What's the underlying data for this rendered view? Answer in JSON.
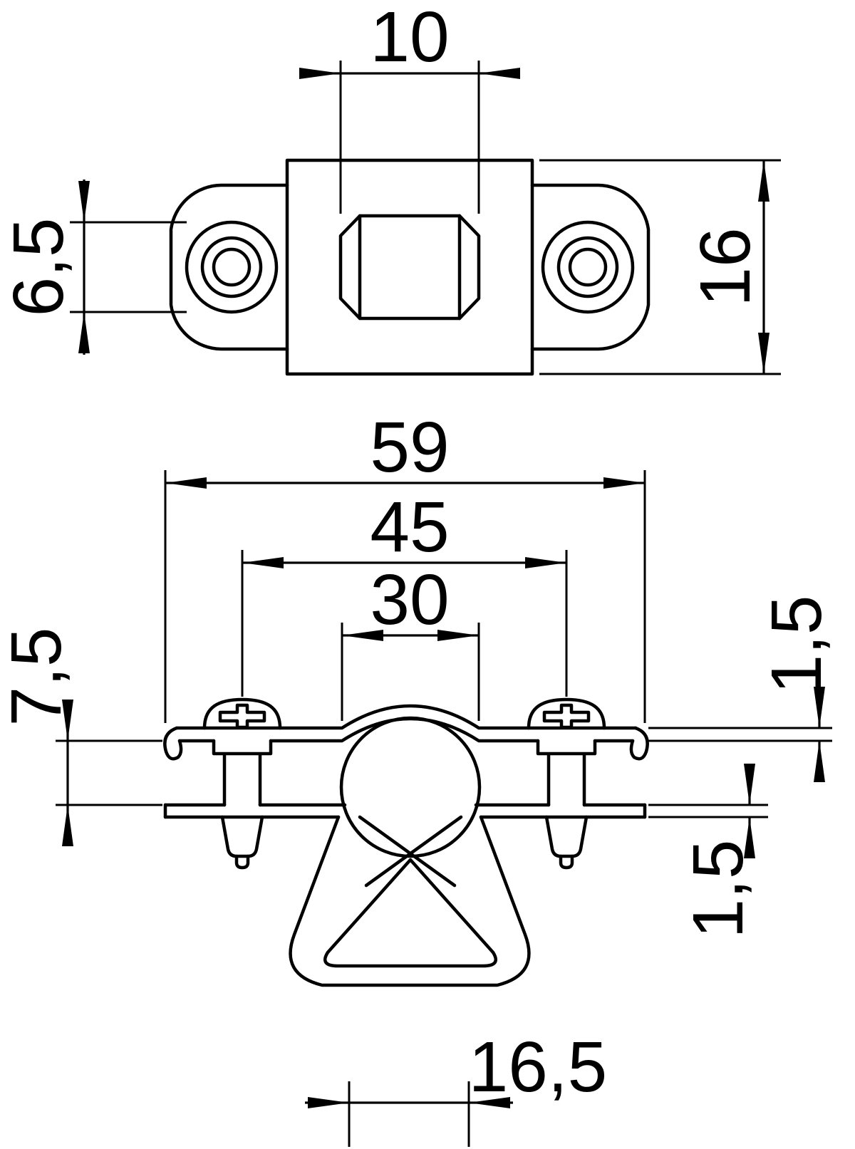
{
  "colors": {
    "background": "#ffffff",
    "line": "#000000"
  },
  "dimensions": {
    "top_view": {
      "slot_width": "10",
      "hole_diameter": "6,5",
      "depth": "16"
    },
    "front_view": {
      "overall_width": "59",
      "screw_spacing": "45",
      "saddle_width": "30",
      "clamp_gap": "7,5",
      "upper_strap_thickness": "1,5",
      "base_plate_thickness": "1,5",
      "loop_opening_width": "16,5"
    }
  }
}
